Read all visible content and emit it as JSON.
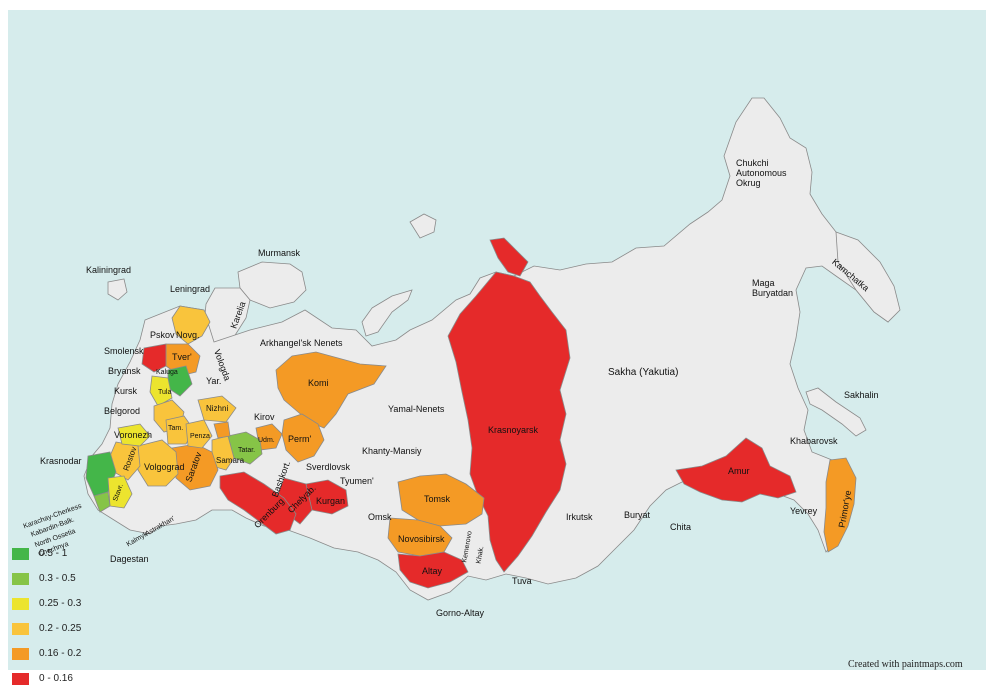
{
  "colors": {
    "sea": "#d6ecec",
    "neutral": "#ececec",
    "border": "#8a8a8a",
    "class_0_5_1": "#44b649",
    "class_0_3_0_5": "#86c447",
    "class_0_25_0_3": "#ece42e",
    "class_0_2_0_25": "#f9c43c",
    "class_0_16_0_2": "#f49a25",
    "class_0_0_16": "#e52a2a"
  },
  "legend": [
    {
      "label": "0.5 - 1",
      "color": "#44b649"
    },
    {
      "label": "0.3 - 0.5",
      "color": "#86c447"
    },
    {
      "label": "0.25 - 0.3",
      "color": "#ece42e"
    },
    {
      "label": "0.2 - 0.25",
      "color": "#f9c43c"
    },
    {
      "label": "0.16 - 0.2",
      "color": "#f49a25"
    },
    {
      "label": "0 - 0.16",
      "color": "#e52a2a"
    }
  ],
  "regions": {
    "kaliningrad": "Kaliningrad",
    "leningrad": "Leningrad",
    "murmansk": "Murmansk",
    "karelia": "Karelia",
    "pskov": "Pskov",
    "novgorod": "Novg.",
    "smolensk": "Smolensk",
    "tver": "Tver'",
    "vologda": "Vologda",
    "yaroslavl": "Yar.",
    "arkhangelsk": "Arkhangel'sk",
    "nenets": "Nenets",
    "bryansk": "Bryansk",
    "kursk": "Kursk",
    "belgorod": "Belgorod",
    "voronezh": "Voronezh",
    "kaluga": "Kaluga",
    "tula": "Tula",
    "tambov": "Tam.",
    "penza": "Penza",
    "nizhni": "Nizhni",
    "kirov": "Kirov",
    "komi": "Komi",
    "perm": "Perm'",
    "udmurt": "Udm.",
    "tatar": "Tatar.",
    "samara": "Samara",
    "saratov": "Saratov",
    "volgograd": "Volgograd",
    "rostov": "Rostov",
    "krasnodar": "Krasnodar",
    "stavropol": "Stavr.",
    "karachay": "Karachay-Cherkess",
    "kabardin": "Kabardin-Balk.",
    "north_ossetia": "North Ossetia",
    "chechnya": "Chechnya",
    "kalmyk": "Kalmyk",
    "astrakhan": "Astrakhan'",
    "dagestan": "Dagestan",
    "bashkort": "Bashkort.",
    "orenburg": "Orenburg",
    "chelyab": "Chelyab.",
    "kurgan": "Kurgan",
    "sverdlovsk": "Sverdlovsk",
    "tyumen": "Tyumen'",
    "khanty": "Khanty-Mansiy",
    "yamal": "Yamal-Nenets",
    "omsk": "Omsk",
    "tomsk": "Tomsk",
    "novosibirsk": "Novosibirsk",
    "kemerovo": "Kemerovo",
    "altay": "Altay",
    "gorno_altay": "Gorno-Altay",
    "khakas": "Khak.",
    "tuva": "Tuva",
    "krasnoyarsk": "Krasnoyarsk",
    "irkutsk": "Irkutsk",
    "buryat": "Buryat",
    "chita": "Chita",
    "sakha": "Sakha (Yakutia)",
    "maga": "Maga Buryatdan",
    "chukchi": "Chukchi Autonomous Okrug",
    "kamchatka": "Kamchatka",
    "khabarovsk": "Khabarovsk",
    "amur": "Amur",
    "yevrey": "Yevrey",
    "primorye": "Primor'ye",
    "sakhalin": "Sakhalin"
  },
  "credit": "Created with paintmaps.com"
}
